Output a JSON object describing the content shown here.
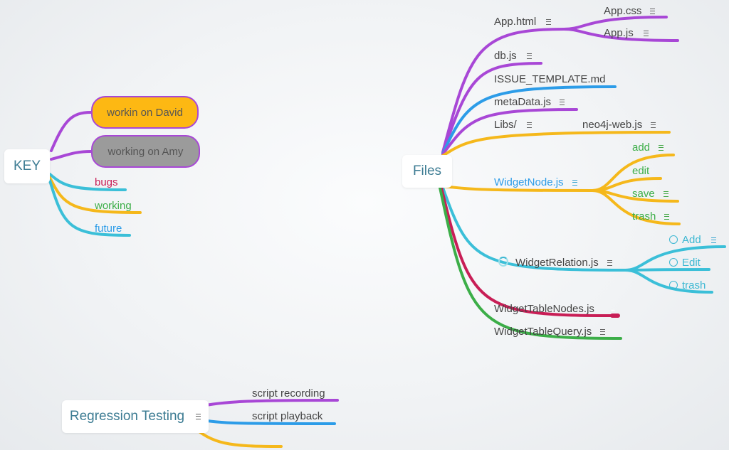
{
  "colors": {
    "purple": "#a847d6",
    "blue": "#3bbfd8",
    "sky": "#2c9ce8",
    "yellow": "#f5b81b",
    "red": "#c81e56",
    "green": "#3cae48",
    "gray_pill": "#9b9b9b",
    "orange_pill": "#fdb813"
  },
  "key": {
    "title": "KEY",
    "items": [
      {
        "label": "workin on David"
      },
      {
        "label": "working on Amy"
      },
      {
        "label": "bugs",
        "color": "#c81e56"
      },
      {
        "label": "working",
        "color": "#3cae48"
      },
      {
        "label": "future",
        "color": "#2c9ce8"
      }
    ]
  },
  "files": {
    "title": "Files",
    "app_html": {
      "label": "App.html",
      "children": [
        "App.css",
        "App.js"
      ]
    },
    "db_js": "db.js",
    "issue_template": "ISSUE_TEMPLATE.md",
    "metadata_js": "metaData.js",
    "libs": {
      "label": "Libs/",
      "children": [
        "neo4j-web.js"
      ]
    },
    "widget_node": {
      "label": "WidgetNode.js",
      "children": [
        "add",
        "edit",
        "save",
        "trash"
      ]
    },
    "widget_relation": {
      "label": "WidgetRelation.js",
      "children": [
        "Add",
        "Edit",
        "trash"
      ]
    },
    "widget_table_nodes": "WidgetTableNodes.js",
    "widget_table_query": "WidgetTableQuery.js"
  },
  "regression": {
    "title": "Regression Testing",
    "items": [
      "script recording",
      "script playback",
      ""
    ]
  }
}
